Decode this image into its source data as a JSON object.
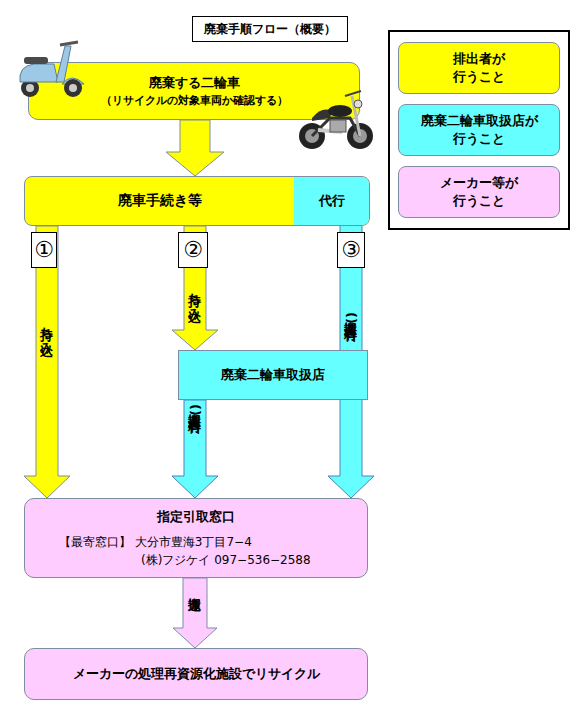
{
  "diagram": {
    "title": "廃棄手順フロー（概要）",
    "nodes": [
      {
        "text": [
          "廃棄する二輪車",
          "（リサイクルの対象車両か確認する）"
        ]
      },
      {
        "text": [
          "廃車手続き等"
        ]
      },
      {
        "text": [
          "代行"
        ],
        "in": 1
      },
      {
        "text": [
          "廃棄二輪車取扱店"
        ]
      },
      {
        "text": [
          "指定引取窓口",
          "【最寄窓口】 大分市豊海3丁目7−4",
          "(株)フジケイ 097−536−2588"
        ]
      },
      {
        "text": [
          "メーカーの処理再資源化施設でリサイクル"
        ]
      }
    ],
    "edges": [
      {
        "from": 0,
        "to": 1,
        "arrow": "to"
      },
      {
        "from": 1,
        "to": 4,
        "label": "持ち込み",
        "arrow": "to"
      },
      {
        "from": 1,
        "to": 3,
        "label": "持ち込み",
        "arrow": "to"
      },
      {
        "from": 3,
        "to": 4,
        "label": "運搬(有料)",
        "arrow": "to"
      },
      {
        "from": 2,
        "to": 4,
        "label": "運搬(有料)",
        "arrow": "to"
      },
      {
        "from": 4,
        "to": 5,
        "label": "運搬",
        "arrow": "to"
      }
    ],
    "labels": [
      "①",
      "②",
      "③"
    ],
    "legend": [
      {
        "text": "排出者が 行うこと",
        "color": "#ffff00"
      },
      {
        "text": "廃棄二輪車取扱店が 行うこと",
        "color": "#66ffff"
      },
      {
        "text": "メーカー等が 行うこと",
        "color": "#ffccff"
      }
    ]
  }
}
